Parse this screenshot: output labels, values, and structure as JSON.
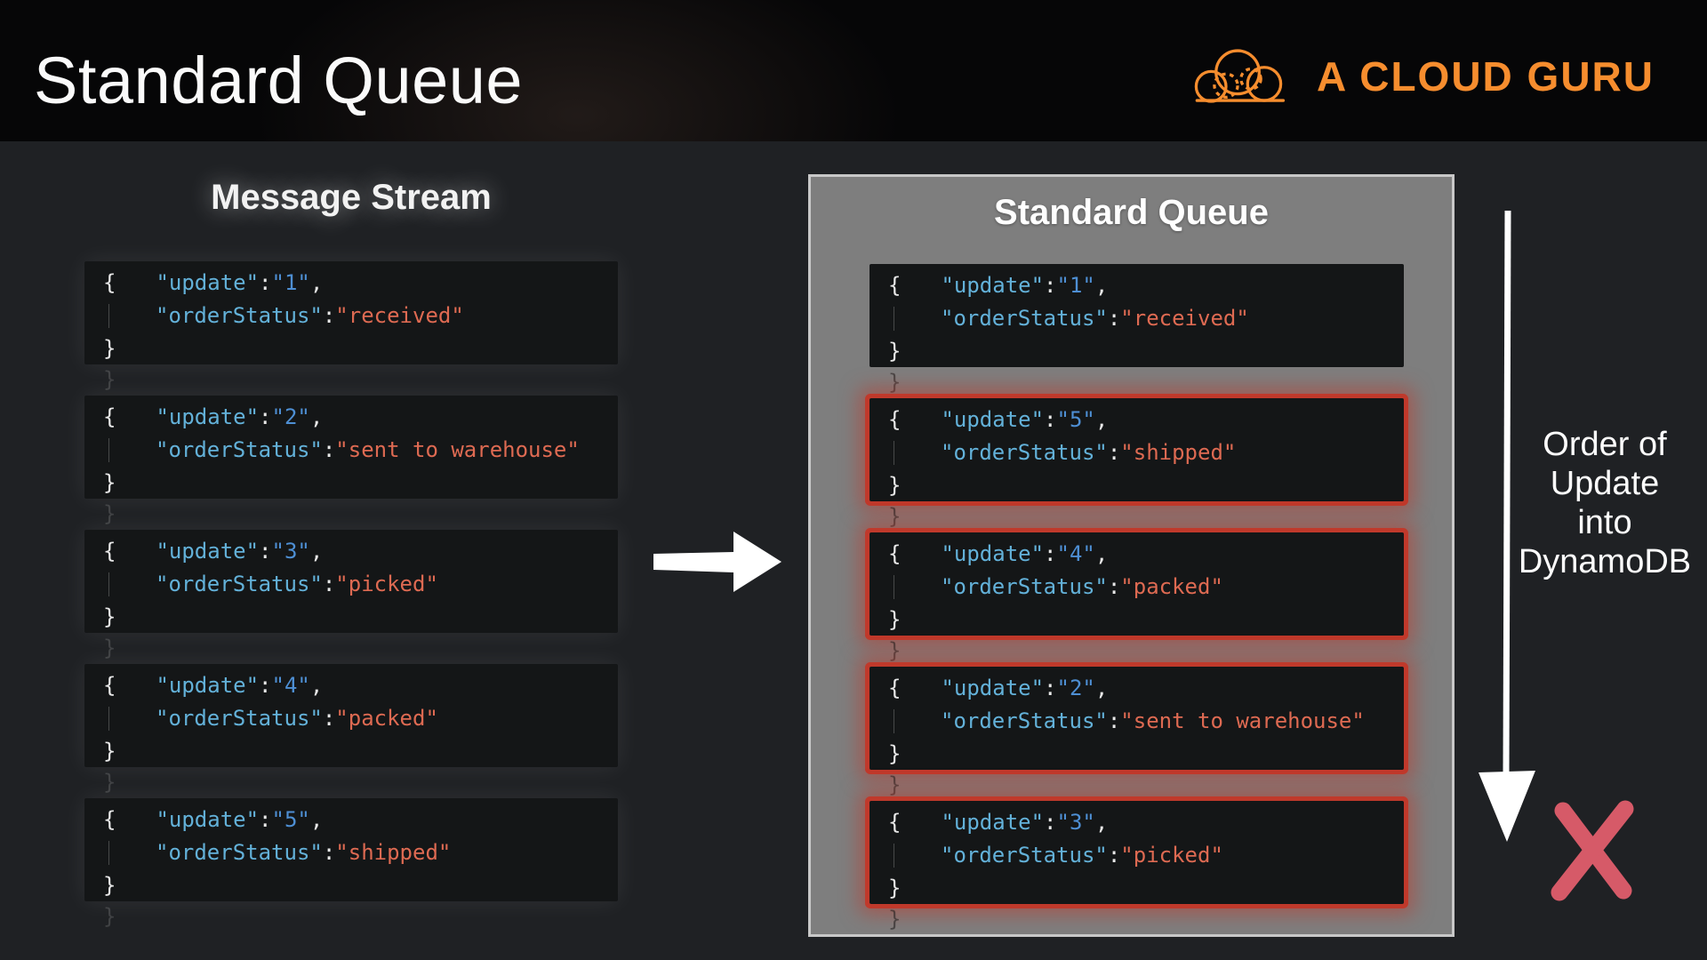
{
  "header": {
    "title": "Standard Queue",
    "logo_text": "A CLOUD GURU"
  },
  "message_stream": {
    "title": "Message Stream",
    "messages": [
      {
        "update": "1",
        "orderStatus": "received",
        "highlighted": false
      },
      {
        "update": "2",
        "orderStatus": "sent to warehouse",
        "highlighted": false
      },
      {
        "update": "3",
        "orderStatus": "picked",
        "highlighted": false
      },
      {
        "update": "4",
        "orderStatus": "packed",
        "highlighted": false
      },
      {
        "update": "5",
        "orderStatus": "shipped",
        "highlighted": false
      }
    ]
  },
  "standard_queue": {
    "title": "Standard Queue",
    "messages": [
      {
        "update": "1",
        "orderStatus": "received",
        "highlighted": false
      },
      {
        "update": "5",
        "orderStatus": "shipped",
        "highlighted": true
      },
      {
        "update": "4",
        "orderStatus": "packed",
        "highlighted": true
      },
      {
        "update": "2",
        "orderStatus": "sent to warehouse",
        "highlighted": true
      },
      {
        "update": "3",
        "orderStatus": "picked",
        "highlighted": true
      }
    ]
  },
  "code_keys": {
    "update_key": "update",
    "status_key": "orderStatus"
  },
  "annotation": {
    "lines": [
      "Order of",
      "Update",
      "into",
      "DynamoDB"
    ]
  },
  "colors": {
    "accent_orange": "#F68D2E",
    "code_key": "#63B1D9",
    "code_value_number": "#4E8FD4",
    "code_value_string": "#DE6A52",
    "highlight_red": "#C0392B",
    "x_mark": "#D65A68",
    "panel_gray": "#7E7E7E",
    "card_background": "#141617"
  },
  "icons": {
    "logo_icon": "cloud-icon",
    "flow_arrow": "right-arrow-icon",
    "order_arrow": "down-arrow-icon",
    "failure_mark": "x-mark-icon"
  }
}
